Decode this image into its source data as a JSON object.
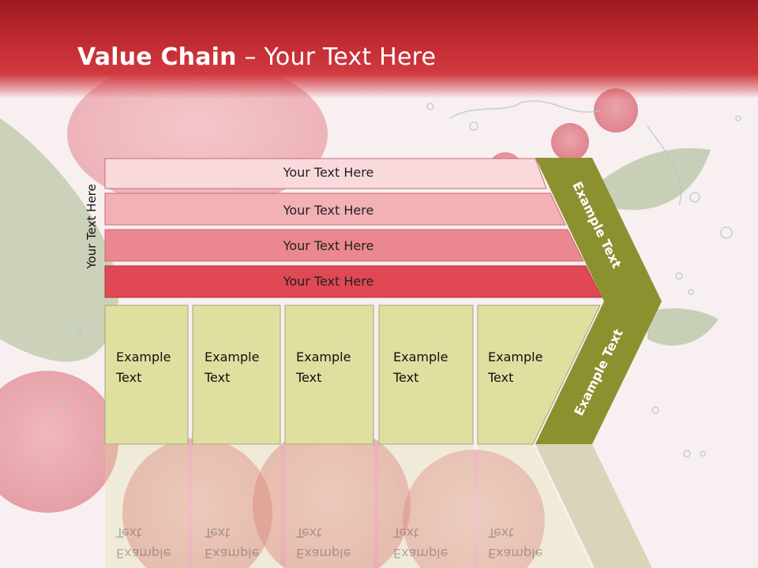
{
  "title": {
    "bold": "Value Chain",
    "rest": " – Your Text Here"
  },
  "side_label": "Your Text Here",
  "bands": [
    {
      "label": "Your Text Here",
      "color": "#fad9dc"
    },
    {
      "label": "Your Text Here",
      "color": "#f3b1b5"
    },
    {
      "label": "Your Text Here",
      "color": "#eb878e"
    },
    {
      "label": "Your Text Here",
      "color": "#e04855"
    }
  ],
  "boxes": [
    {
      "line1": "Example",
      "line2": "Text"
    },
    {
      "line1": "Example",
      "line2": "Text"
    },
    {
      "line1": "Example",
      "line2": "Text"
    },
    {
      "line1": "Example",
      "line2": "Text"
    },
    {
      "line1": "Example",
      "line2": "Text"
    }
  ],
  "arrow": {
    "upper_label": "Example Text",
    "lower_label": "Example Text",
    "color": "#8c9130"
  },
  "colors": {
    "header": "#c62e35",
    "box_fill": "#dfdf9f",
    "box_border": "#a4a47a"
  }
}
